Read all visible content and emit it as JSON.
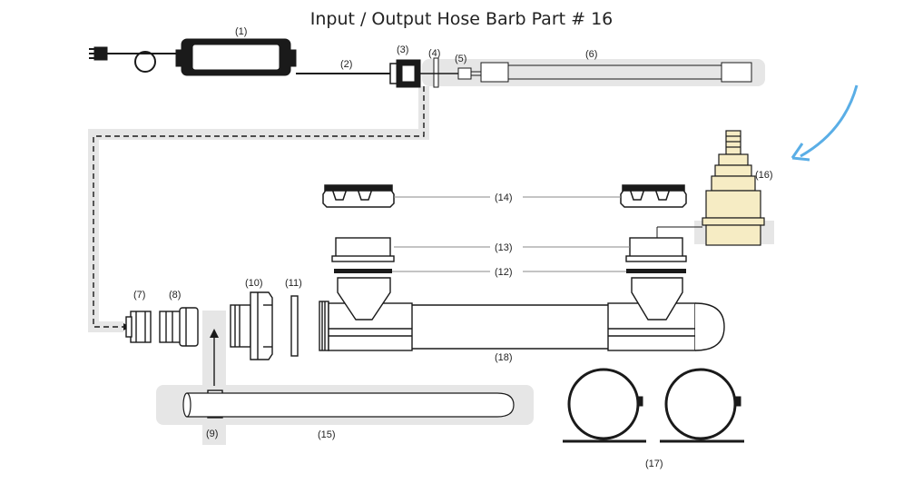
{
  "title": "Input / Output Hose Barb Part # 16",
  "parts": {
    "p1": "(1)",
    "p2": "(2)",
    "p3": "(3)",
    "p4": "(4)",
    "p5": "(5)",
    "p6": "(6)",
    "p7": "(7)",
    "p8": "(8)",
    "p9": "(9)",
    "p10": "(10)",
    "p11": "(11)",
    "p12": "(12)",
    "p13": "(13)",
    "p14": "(14)",
    "p15": "(15)",
    "p16": "(16)",
    "p17": "(17)",
    "p18": "(18)"
  },
  "colors": {
    "line": "#1a1a1a",
    "shade": "#e6e6e6",
    "highlight": "#f6ecc4",
    "arrow": "#5aaee6"
  }
}
